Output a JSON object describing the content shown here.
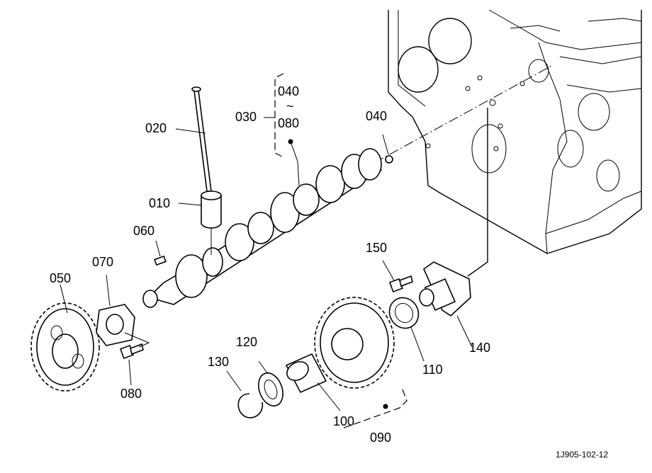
{
  "callouts": {
    "c010": "010",
    "c020": "020",
    "c030": "030",
    "c040_top": "040",
    "c040_range_tilde": "~",
    "c080_top": "080",
    "c040": "040",
    "c050": "050",
    "c060": "060",
    "c070": "070",
    "c080": "080",
    "c090": "090",
    "c100": "100",
    "c110": "110",
    "c120": "120",
    "c130": "130",
    "c140": "140",
    "c150": "150"
  },
  "drawing_code": "1J905-102-12"
}
